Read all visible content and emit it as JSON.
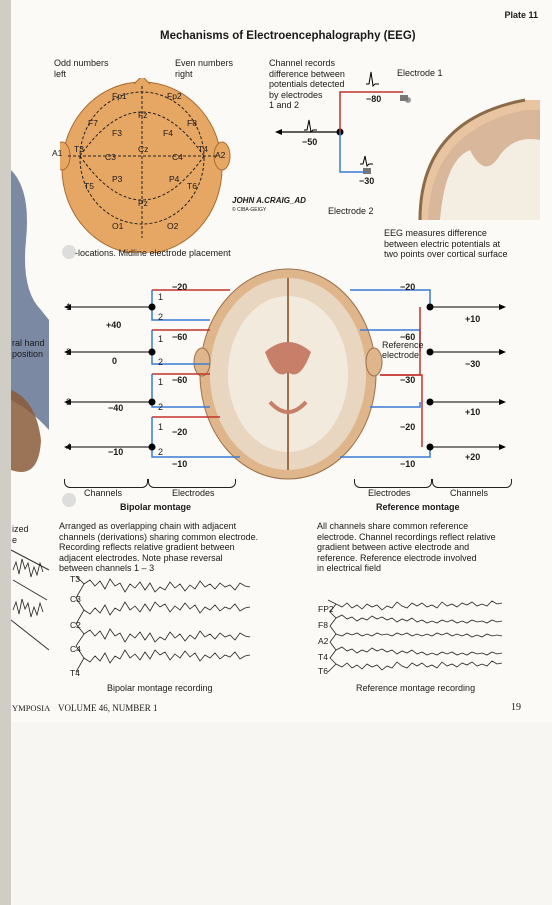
{
  "plate": "Plate 11",
  "title": "Mechanisms of Electroencephalography (EEG)",
  "top_left": {
    "odd_label": "Odd numbers",
    "odd_side": "left",
    "even_label": "Even numbers",
    "even_side": "right",
    "electrodes": [
      "Fp1",
      "Fp2",
      "F7",
      "F3",
      "Fz",
      "F4",
      "F8",
      "A1",
      "T3",
      "C3",
      "Cz",
      "C4",
      "T4",
      "A2",
      "T5",
      "P3",
      "Pz",
      "P4",
      "T6",
      "O1",
      "O2"
    ],
    "caption": "-locations. Midline electrode placement"
  },
  "top_right": {
    "channel_text": [
      "Channel records",
      "difference between",
      "potentials detected",
      "by electrodes",
      "1 and 2"
    ],
    "electrode1": "Electrode 1",
    "electrode2": "Electrode 2",
    "val_neg80": "−80",
    "val_neg50": "−50",
    "val_neg30": "−30",
    "measure_text": [
      "EEG measures difference",
      "between electric potentials at",
      "two points over cortical surface"
    ]
  },
  "signature": "JOHN A.CRAIG_AD",
  "signature_sub": "© CIBA-GEIGY",
  "bipolar": {
    "channels": [
      "1",
      "2",
      "3",
      "4"
    ],
    "channel_values": [
      "+40",
      "0",
      "−40",
      "−10"
    ],
    "electrode_values": [
      "−20",
      "−60",
      "−60",
      "−20",
      "−10"
    ],
    "electrode_pairs": [
      "1",
      "2",
      "1",
      "2",
      "1",
      "2",
      "1",
      "2"
    ],
    "channels_label": "Channels",
    "electrodes_label": "Electrodes",
    "heading": "Bipolar montage",
    "description": [
      "Arranged as overlapping chain with adjacent",
      "channels (derivations) sharing common electrode.",
      "Recording reflects relative gradient between",
      "adjacent electrodes. Note phase reversal",
      "between channels 1 – 3"
    ],
    "traces": [
      "T3",
      "C3",
      "C2",
      "C4",
      "T4"
    ],
    "recording_caption": "Bipolar montage recording"
  },
  "reference": {
    "electrode_values": [
      "−20",
      "−60",
      "−30",
      "−20",
      "−10"
    ],
    "channel_values": [
      "+10",
      "−30",
      "+10",
      "+20"
    ],
    "reference_label": [
      "Reference",
      "electrode"
    ],
    "electrodes_label": "Electrodes",
    "channels_label": "Channels",
    "heading": "Reference montage",
    "description": [
      "All channels share common reference",
      "electrode. Channel recordings reflect relative",
      "gradient between active electrode and",
      "reference. Reference electrode involved",
      "in electrical field"
    ],
    "traces": [
      "FP2",
      "F8",
      "A2",
      "T4",
      "T6"
    ],
    "recording_caption": "Reference montage recording"
  },
  "left_edge": {
    "hand": [
      "ral hand",
      "position"
    ],
    "ized": [
      "ized",
      "e"
    ],
    "symposia": "YMPOSIA"
  },
  "footer": {
    "volume": "VOLUME 46, NUMBER 1",
    "page": "19"
  }
}
